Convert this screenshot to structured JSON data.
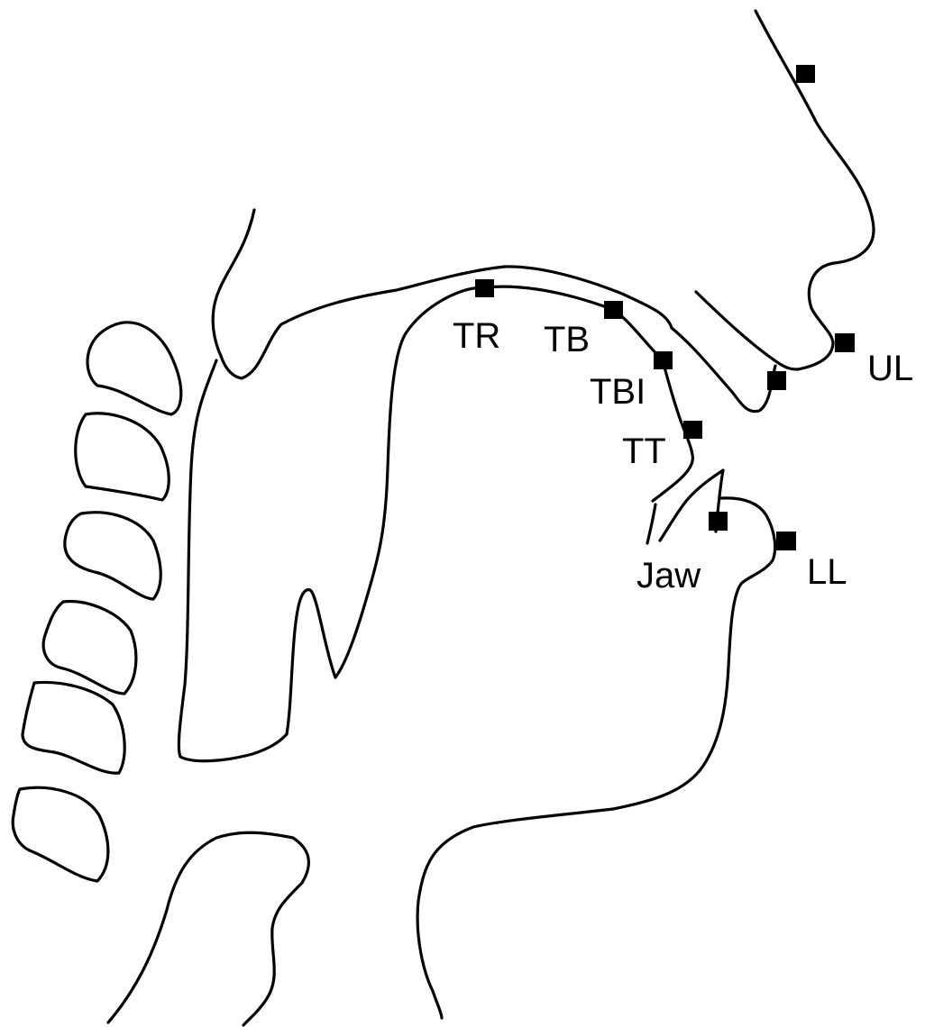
{
  "diagram": {
    "labels": {
      "tr": "TR",
      "tb": "TB",
      "tbi": "TBI",
      "tt": "TT",
      "ul": "UL",
      "ll": "LL",
      "jaw": "Jaw"
    }
  }
}
